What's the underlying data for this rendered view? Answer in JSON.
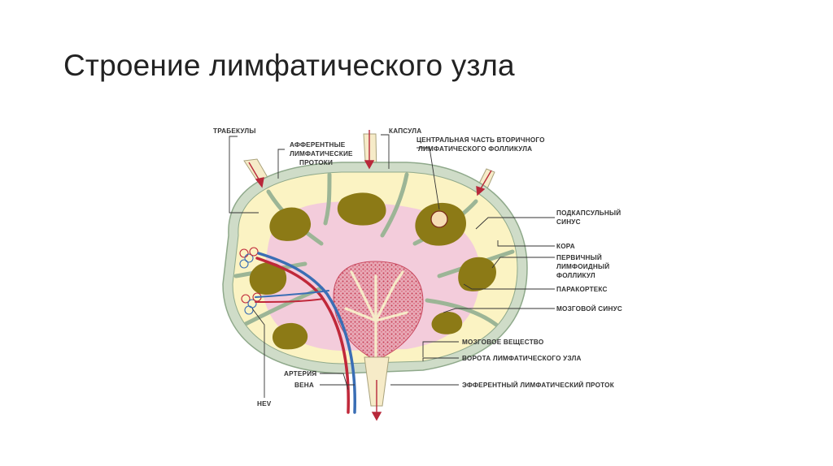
{
  "slide": {
    "title": "Строение лимфатического узла"
  },
  "diagram": {
    "colors": {
      "capsule": "#cfdcc8",
      "capsule_edge": "#8fa98b",
      "cortex_yellow": "#fbf3c3",
      "follicle": "#8c7a16",
      "paracortex_pink": "#f2c9dc",
      "medulla_red": "#d44a5c",
      "artery": "#c0283a",
      "vein": "#3a6eb5",
      "lymph_duct": "#f6ebc8"
    },
    "labels": {
      "trabeculae": "ТРАБЕКУЛЫ",
      "afferent_1": "АФФЕРЕНТНЫЕ",
      "afferent_2": "ЛИМФАТИЧЕСКИЕ",
      "afferent_3": "ПРОТОКИ",
      "capsule": "КАПСУЛА",
      "germinal_1": "ЦЕНТРАЛЬНАЯ ЧАСТЬ ВТОРИЧНОГО",
      "germinal_2": "ЛИМФАТИЧЕСКОГО ФОЛЛИКУЛА",
      "subcapsular_1": "ПОДКАПСУЛЬНЫЙ",
      "subcapsular_2": "СИНУС",
      "cortex": "КОРА",
      "primary_1": "ПЕРВИЧНЫЙ",
      "primary_2": "ЛИМФОИДНЫЙ",
      "primary_3": "ФОЛЛИКУЛ",
      "paracortex": "ПАРАКОРТЕКС",
      "medullary_sinus": "МОЗГОВОЙ СИНУС",
      "medulla": "МОЗГОВОЕ ВЕЩЕСТВО",
      "hilum": "ВОРОТА ЛИМФАТИЧЕСКОГО УЗЛА",
      "artery": "АРТЕРИЯ",
      "vein": "ВЕНА",
      "efferent": "ЭФФЕРЕНТНЫЙ ЛИМФАТИЧЕСКИЙ ПРОТОК",
      "hev": "HEV"
    }
  }
}
